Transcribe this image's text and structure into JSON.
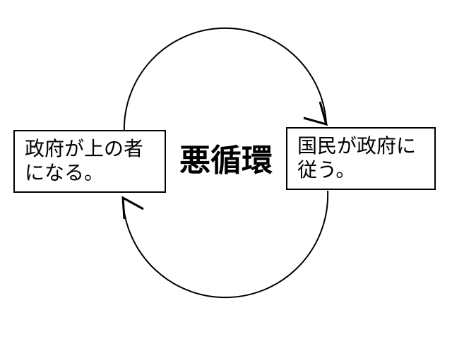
{
  "diagram": {
    "center_label": "悪循環",
    "left_box": {
      "line1": "政府が上の者",
      "line2": "になる。"
    },
    "right_box": {
      "line1": "国民が政府に",
      "line2": "従う。"
    },
    "stroke_color": "#000000",
    "background_color": "#ffffff"
  }
}
